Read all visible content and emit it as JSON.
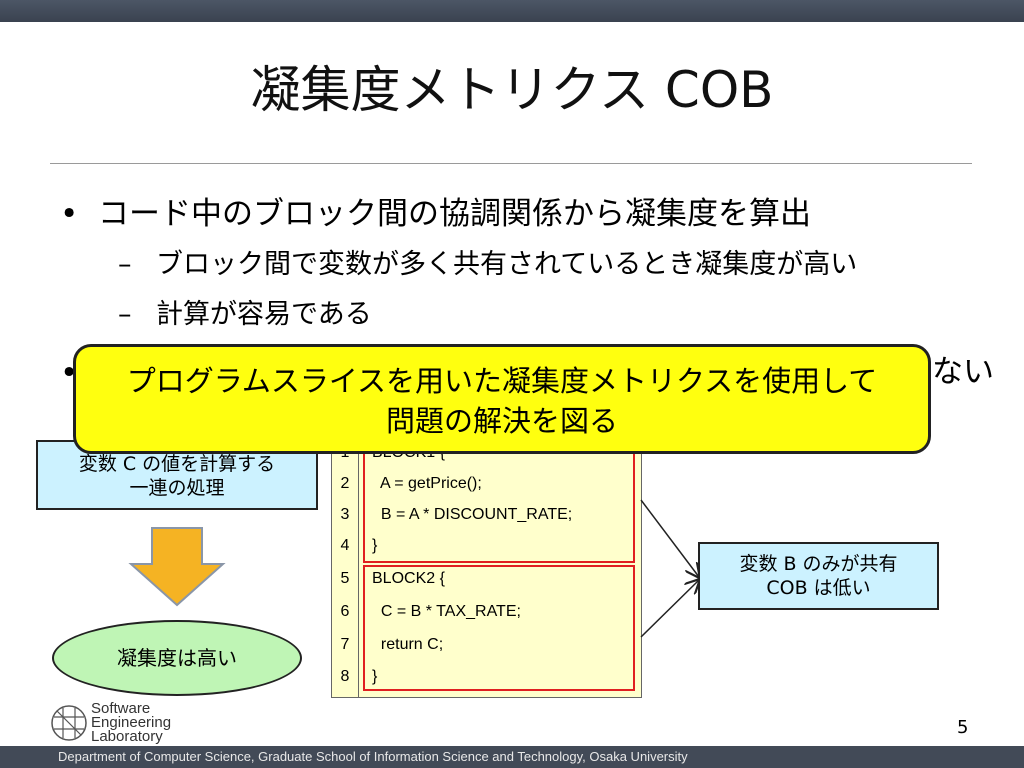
{
  "slide": {
    "title": "凝集度メトリクス COB",
    "bullets": [
      {
        "mark": "•",
        "text": "コード中のブロック間の協調関係から凝集度を算出"
      },
      {
        "mark": "•",
        "tail": "ない"
      }
    ],
    "sub_bullets": [
      {
        "mark": "–",
        "text": "ブロック間で変数が多く共有されているとき凝集度が高い"
      },
      {
        "mark": "–",
        "text": "計算が容易である"
      }
    ],
    "callout": {
      "line1": "プログラムスライスを用いた凝集度メトリクスを使用して",
      "line2": "問題の解決を図る"
    },
    "left_box": {
      "line1": "変数 C の値を計算する",
      "line2": "一連の処理"
    },
    "ellipse_label": "凝集度は高い",
    "right_box": {
      "line1": "変数 B のみが共有",
      "line2": "COB は低い"
    },
    "code": {
      "lines": [
        {
          "num": "1",
          "text": "BLOCK1 {"
        },
        {
          "num": "2",
          "text": "  A = getPrice();"
        },
        {
          "num": "3",
          "text": "  B = A * DISCOUNT_RATE;"
        },
        {
          "num": "4",
          "text": "}"
        },
        {
          "num": "5",
          "text": "BLOCK2 {"
        },
        {
          "num": "6",
          "text": "  C = B * TAX_RATE;"
        },
        {
          "num": "7",
          "text": "  return C;"
        },
        {
          "num": "8",
          "text": "}"
        }
      ]
    },
    "page_number": "5",
    "logo_text": [
      "Software",
      "Engineering",
      "Laboratory"
    ],
    "footer": "Department of Computer Science, Graduate School of Information Science and Technology, Osaka University"
  },
  "colors": {
    "callout_bg": "#ffff0f",
    "box_bg": "#ccf2ff",
    "ellipse_bg": "#bff5b5",
    "code_bg": "#ffffcc",
    "block_border": "#e02020",
    "arrow_fill": "#f5b323",
    "bar": "#424a57"
  }
}
